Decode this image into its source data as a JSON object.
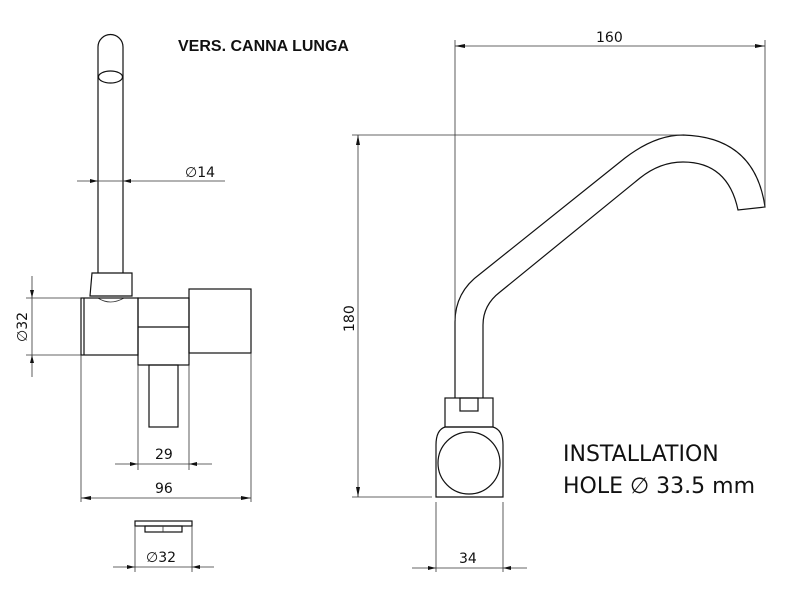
{
  "title": "VERS. CANNA LUNGA",
  "front_view": {
    "pipe_diameter_label": "∅14",
    "body_diameter_label": "∅32",
    "stem_width_label": "29",
    "overall_width_label": "96",
    "base_diameter_label": "∅32"
  },
  "side_view": {
    "reach_label": "160",
    "height_label": "180",
    "base_width_label": "34"
  },
  "installation_note": {
    "line1": "INSTALLATION",
    "line2": "HOLE ∅ 33.5 mm"
  }
}
